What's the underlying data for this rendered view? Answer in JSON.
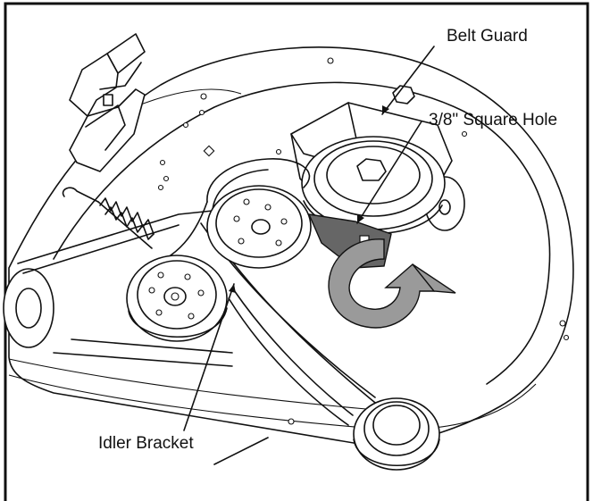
{
  "labels": {
    "belt_guard": "Belt Guard",
    "square_hole": "3/8\" Square Hole",
    "idler_bracket": "Idler Bracket"
  },
  "colors": {
    "line": "#111111",
    "arrow_fill": "#9a9a9a",
    "bracket_fill": "#666666",
    "background": "#ffffff"
  },
  "icons": {
    "rotation_arrow": "curved-clockwise-arrow-icon"
  }
}
